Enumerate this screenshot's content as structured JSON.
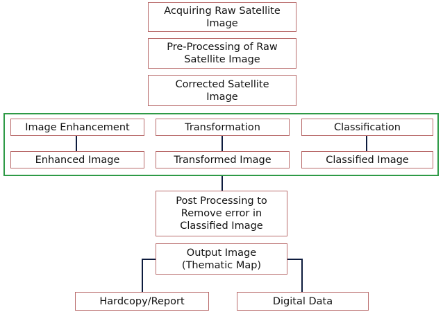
{
  "nodes": {
    "acquire": "Acquiring Raw Satellite\nImage",
    "preprocess": "Pre-Processing of Raw\nSatellite Image",
    "corrected": "Corrected Satellite\nImage",
    "enhancement": "Image Enhancement",
    "transformation": "Transformation",
    "classification": "Classification",
    "enhanced": "Enhanced Image",
    "transformed": "Transformed Image",
    "classified": "Classified Image",
    "postprocess": "Post Processing to\nRemove error in\nClassified Image",
    "output": "Output Image\n(Thematic Map)",
    "hardcopy": "Hardcopy/Report",
    "digital": "Digital Data"
  },
  "colors": {
    "box_border": "#b86a6a",
    "group_border": "#2e9a46",
    "connector": "#0d1b3d"
  }
}
